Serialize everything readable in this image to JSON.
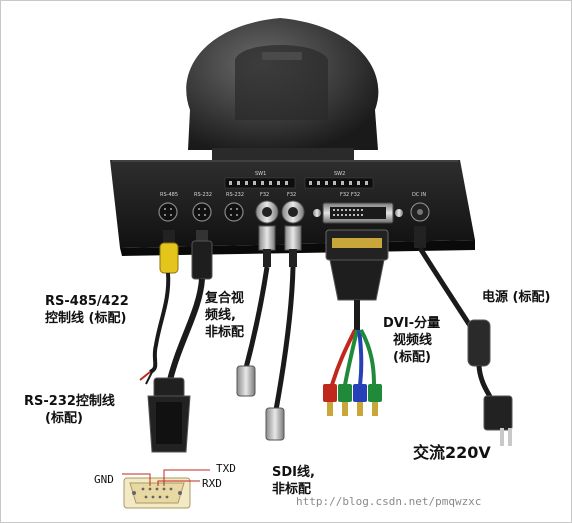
{
  "labels": {
    "rs485": "RS-485/422",
    "rs485_sub": "控制线 (标配)",
    "rs232": "RS-232控制线",
    "rs232_sub": "(标配)",
    "composite_1": "复合视",
    "composite_2": "频线,",
    "composite_3": "非标配",
    "dvi_1": "DVI-分量",
    "dvi_2": "视频线",
    "dvi_3": "(标配)",
    "power": "电源 (标配)",
    "ac": "交流220V",
    "sdi_1": "SDI线,",
    "sdi_2": "非标配",
    "gnd": "GND",
    "txd": "TXD",
    "rxd": "RXD"
  },
  "panel": {
    "ports": [
      "RS-485",
      "RS-232",
      "RS-232",
      "F32",
      "F32",
      "F32 F32",
      "DC IN"
    ],
    "switch_1": "SW1",
    "switch_2": "SW2"
  },
  "watermark": "http://blog.csdn.net/pmqwzxc",
  "colors": {
    "camera_body": "#3a3a3a",
    "panel": "#1c1c1c",
    "yellow_plug": "#e4c51c",
    "red_plug": "#c0281e",
    "green_plug": "#1f8a3a",
    "blue_plug": "#2640b8",
    "gold_pin": "#c9a63a"
  }
}
